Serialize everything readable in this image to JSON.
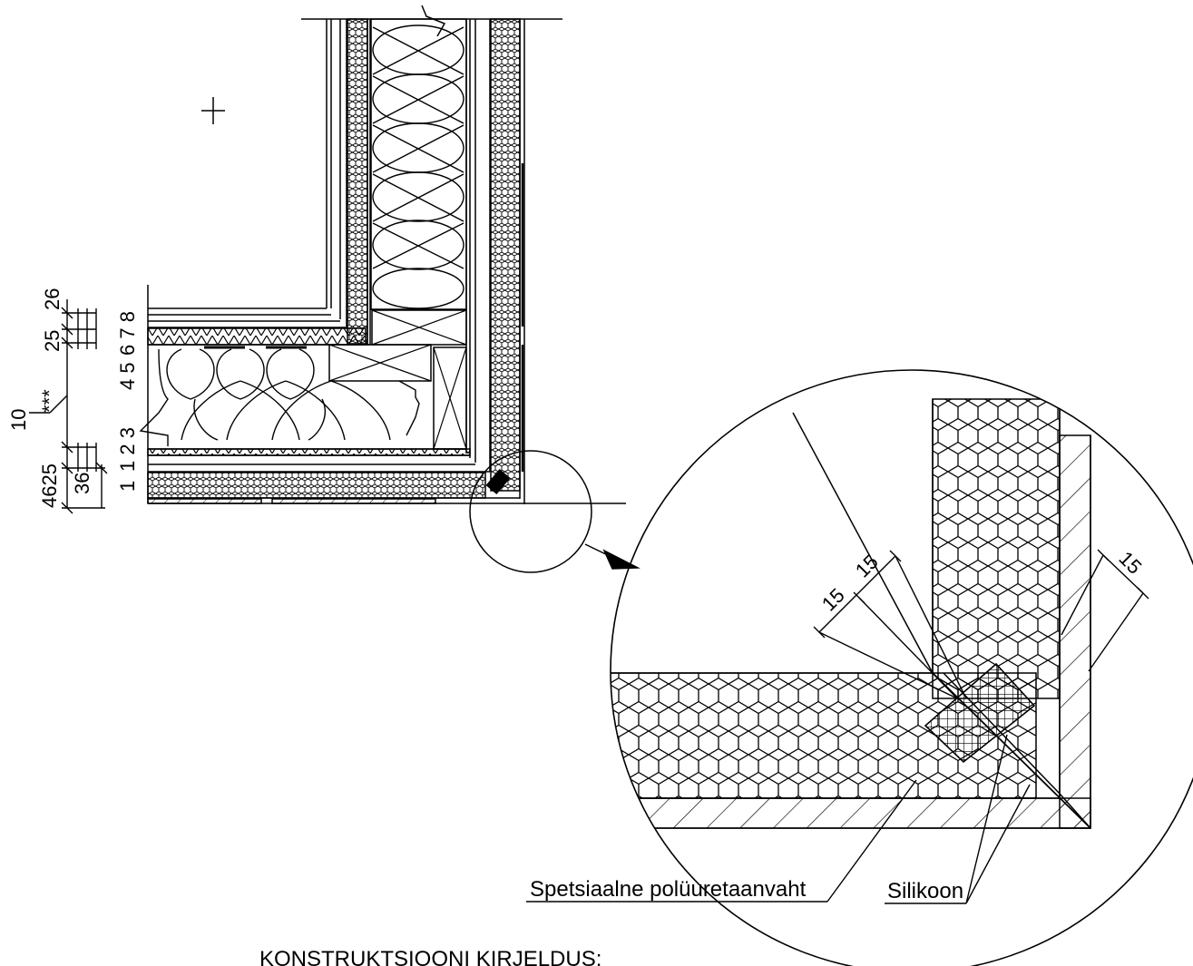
{
  "dimensions": {
    "left_top": "26",
    "left_25": "25",
    "left_678": "6 7 8",
    "left_45": "4 5",
    "left_stars": "***",
    "left_10": "10",
    "left_4625": "4625",
    "left_123": "1 2 3",
    "left_36": "36",
    "left_1": "1",
    "detail_a": "15",
    "detail_b": "15",
    "detail_c": "15"
  },
  "labels": {
    "foam": "Spetsiaalne polüuretaanvaht",
    "silicone": "Silikoon"
  },
  "footer": {
    "title": "KONSTRUKTSIOONI KIRJELDUS:"
  }
}
